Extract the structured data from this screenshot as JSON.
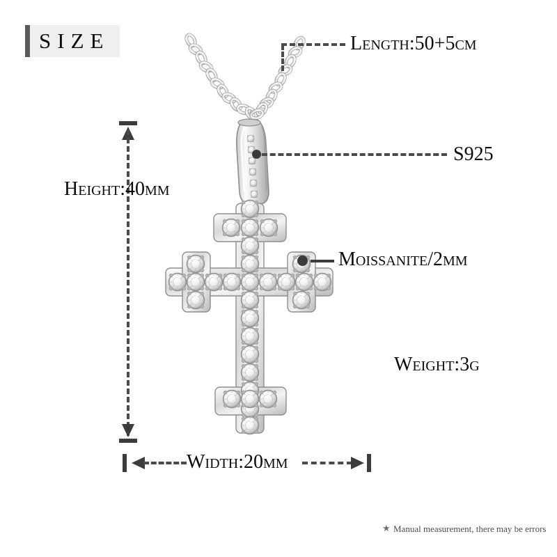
{
  "header": {
    "title": "SIZE",
    "accent_color": "#5a5a5a",
    "background_color": "#efefef"
  },
  "product": {
    "name": "moissanite-cross-pendant-necklace",
    "chain_style": "cable-chain",
    "pendant_style": "orthodox-three-bar-cross"
  },
  "callouts": [
    {
      "id": "length",
      "label": "Length:50+5cm",
      "leader": "dashed-elbow"
    },
    {
      "id": "material",
      "label": "S925",
      "leader": "dashed-dot"
    },
    {
      "id": "stone",
      "label": "Moissanite/2mm",
      "leader": "solid-dot"
    },
    {
      "id": "weight",
      "label": "Weight:3g",
      "leader": "none"
    }
  ],
  "dimensions": {
    "height": {
      "label": "Height:40mm",
      "axis": "vertical"
    },
    "width": {
      "label": "Width:20mm",
      "axis": "horizontal"
    }
  },
  "footer": {
    "star": "★",
    "note": "Manual measurement, there may be errors"
  }
}
